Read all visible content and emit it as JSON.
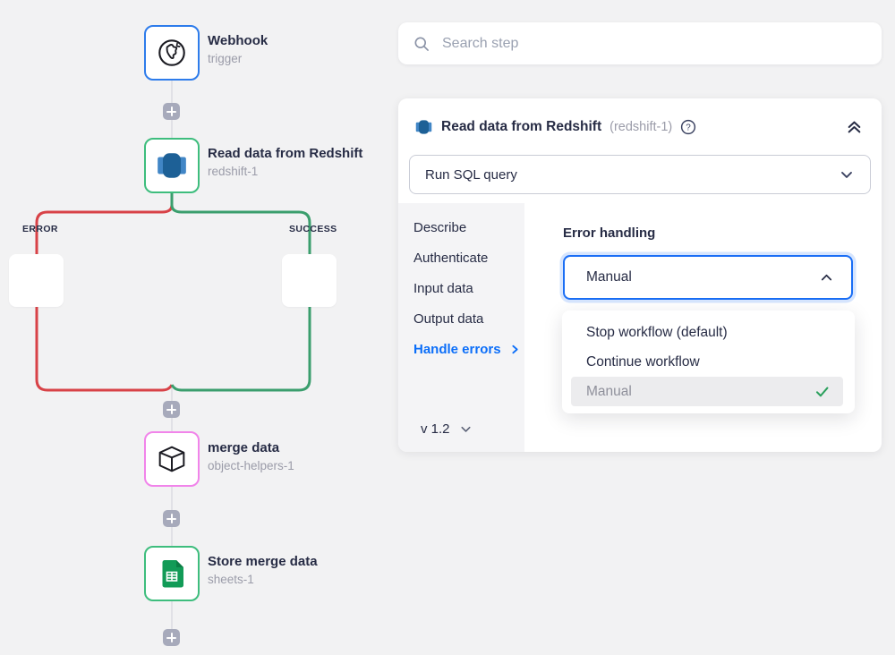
{
  "canvas": {
    "branch_labels": {
      "error": "ERROR",
      "success": "SUCCESS"
    },
    "nodes": [
      {
        "id": "webhook",
        "icon": "globe-icon",
        "title": "Webhook",
        "subtitle": "trigger"
      },
      {
        "id": "redshift",
        "icon": "redshift-icon",
        "title": "Read data from Redshift",
        "subtitle": "redshift-1"
      },
      {
        "id": "merge",
        "icon": "cube-icon",
        "title": "merge data",
        "subtitle": "object-helpers-1"
      },
      {
        "id": "sheets",
        "icon": "sheets-icon",
        "title": "Store merge data",
        "subtitle": "sheets-1"
      }
    ]
  },
  "search": {
    "placeholder": "Search step"
  },
  "panel": {
    "title": "Read data from Redshift",
    "instance": "(redshift-1)",
    "operation": "Run SQL query",
    "tabs": [
      {
        "label": "Describe",
        "active": false
      },
      {
        "label": "Authenticate",
        "active": false
      },
      {
        "label": "Input data",
        "active": false
      },
      {
        "label": "Output data",
        "active": false
      },
      {
        "label": "Handle errors",
        "active": true
      }
    ],
    "version": "v 1.2",
    "error_handling": {
      "heading": "Error handling",
      "selected_value": "Manual",
      "options": [
        {
          "label": "Stop workflow (default)",
          "selected": false
        },
        {
          "label": "Continue workflow",
          "selected": false
        },
        {
          "label": "Manual",
          "selected": true
        }
      ]
    }
  },
  "colors": {
    "page_background": "#f2f2f3",
    "error_red": "#d84247",
    "success_green": "#3b9e6d",
    "node_border_blue": "#2e7ceb",
    "node_border_green": "#3ebd7d",
    "node_border_pink": "#f184ea",
    "active_tab_blue": "#0b6ef9",
    "focused_border_blue": "#1a6ef5",
    "check_green": "#2aa05c",
    "redshift_dark_blue": "#1d6096",
    "redshift_light_blue": "#4186c6",
    "sheets_green": "#129b57"
  }
}
